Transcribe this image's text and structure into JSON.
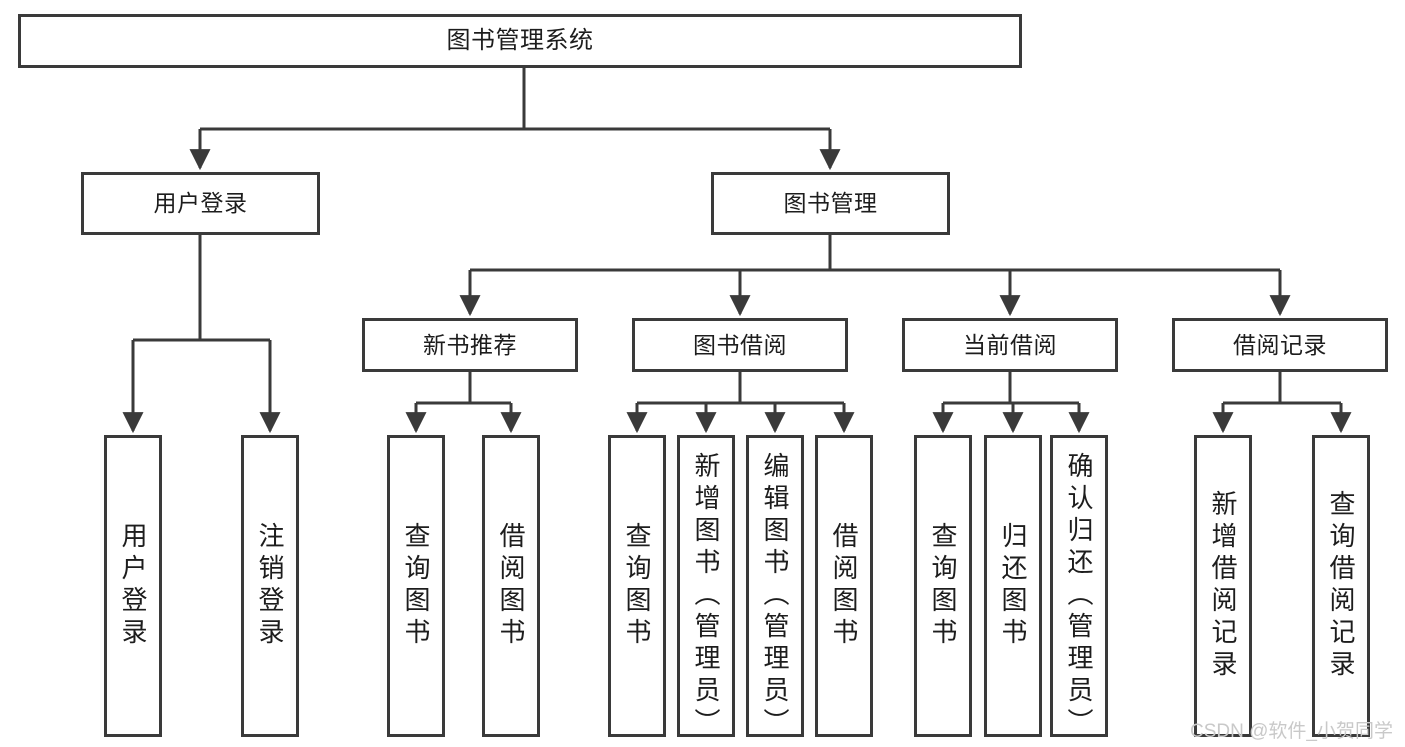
{
  "diagram": {
    "type": "tree-hierarchy",
    "title": "图书管理系统",
    "orientation": "top-down",
    "colors": {
      "background": "#ffffff",
      "node_fill": "#ffffff",
      "node_stroke": "#3a3a3a",
      "text": "#1d1d1d",
      "watermark": "#c9c9c9"
    }
  },
  "watermark": "CSDN @软件_小贺同学",
  "nodes": {
    "root": {
      "label": "图书管理系统",
      "level": 0
    },
    "level1": [
      {
        "id": "user-login",
        "label": "用户登录"
      },
      {
        "id": "book-manage",
        "label": "图书管理"
      }
    ],
    "level2": [
      {
        "id": "new-book-recommend",
        "label": "新书推荐",
        "parent": "book-manage"
      },
      {
        "id": "book-borrow",
        "label": "图书借阅",
        "parent": "book-manage"
      },
      {
        "id": "current-borrow",
        "label": "当前借阅",
        "parent": "book-manage"
      },
      {
        "id": "borrow-record",
        "label": "借阅记录",
        "parent": "book-manage"
      }
    ],
    "leaves": {
      "user-login": [
        {
          "id": "leaf-user-login",
          "label": "用户登录"
        },
        {
          "id": "leaf-user-logout",
          "label": "注销登录"
        }
      ],
      "new-book-recommend": [
        {
          "id": "leaf-query-book-1",
          "label": "查询图书"
        },
        {
          "id": "leaf-borrow-book-1",
          "label": "借阅图书"
        }
      ],
      "book-borrow": [
        {
          "id": "leaf-query-book-2",
          "label": "查询图书"
        },
        {
          "id": "leaf-add-book",
          "label": "新增图书（管理员）"
        },
        {
          "id": "leaf-edit-book",
          "label": "编辑图书（管理员）"
        },
        {
          "id": "leaf-borrow-book-2",
          "label": "借阅图书"
        }
      ],
      "current-borrow": [
        {
          "id": "leaf-query-book-3",
          "label": "查询图书"
        },
        {
          "id": "leaf-return-book",
          "label": "归还图书"
        },
        {
          "id": "leaf-confirm-return",
          "label": "确认归还（管理员）"
        }
      ],
      "borrow-record": [
        {
          "id": "leaf-add-record",
          "label": "新增借阅记录"
        },
        {
          "id": "leaf-query-record",
          "label": "查询借阅记录"
        }
      ]
    }
  }
}
